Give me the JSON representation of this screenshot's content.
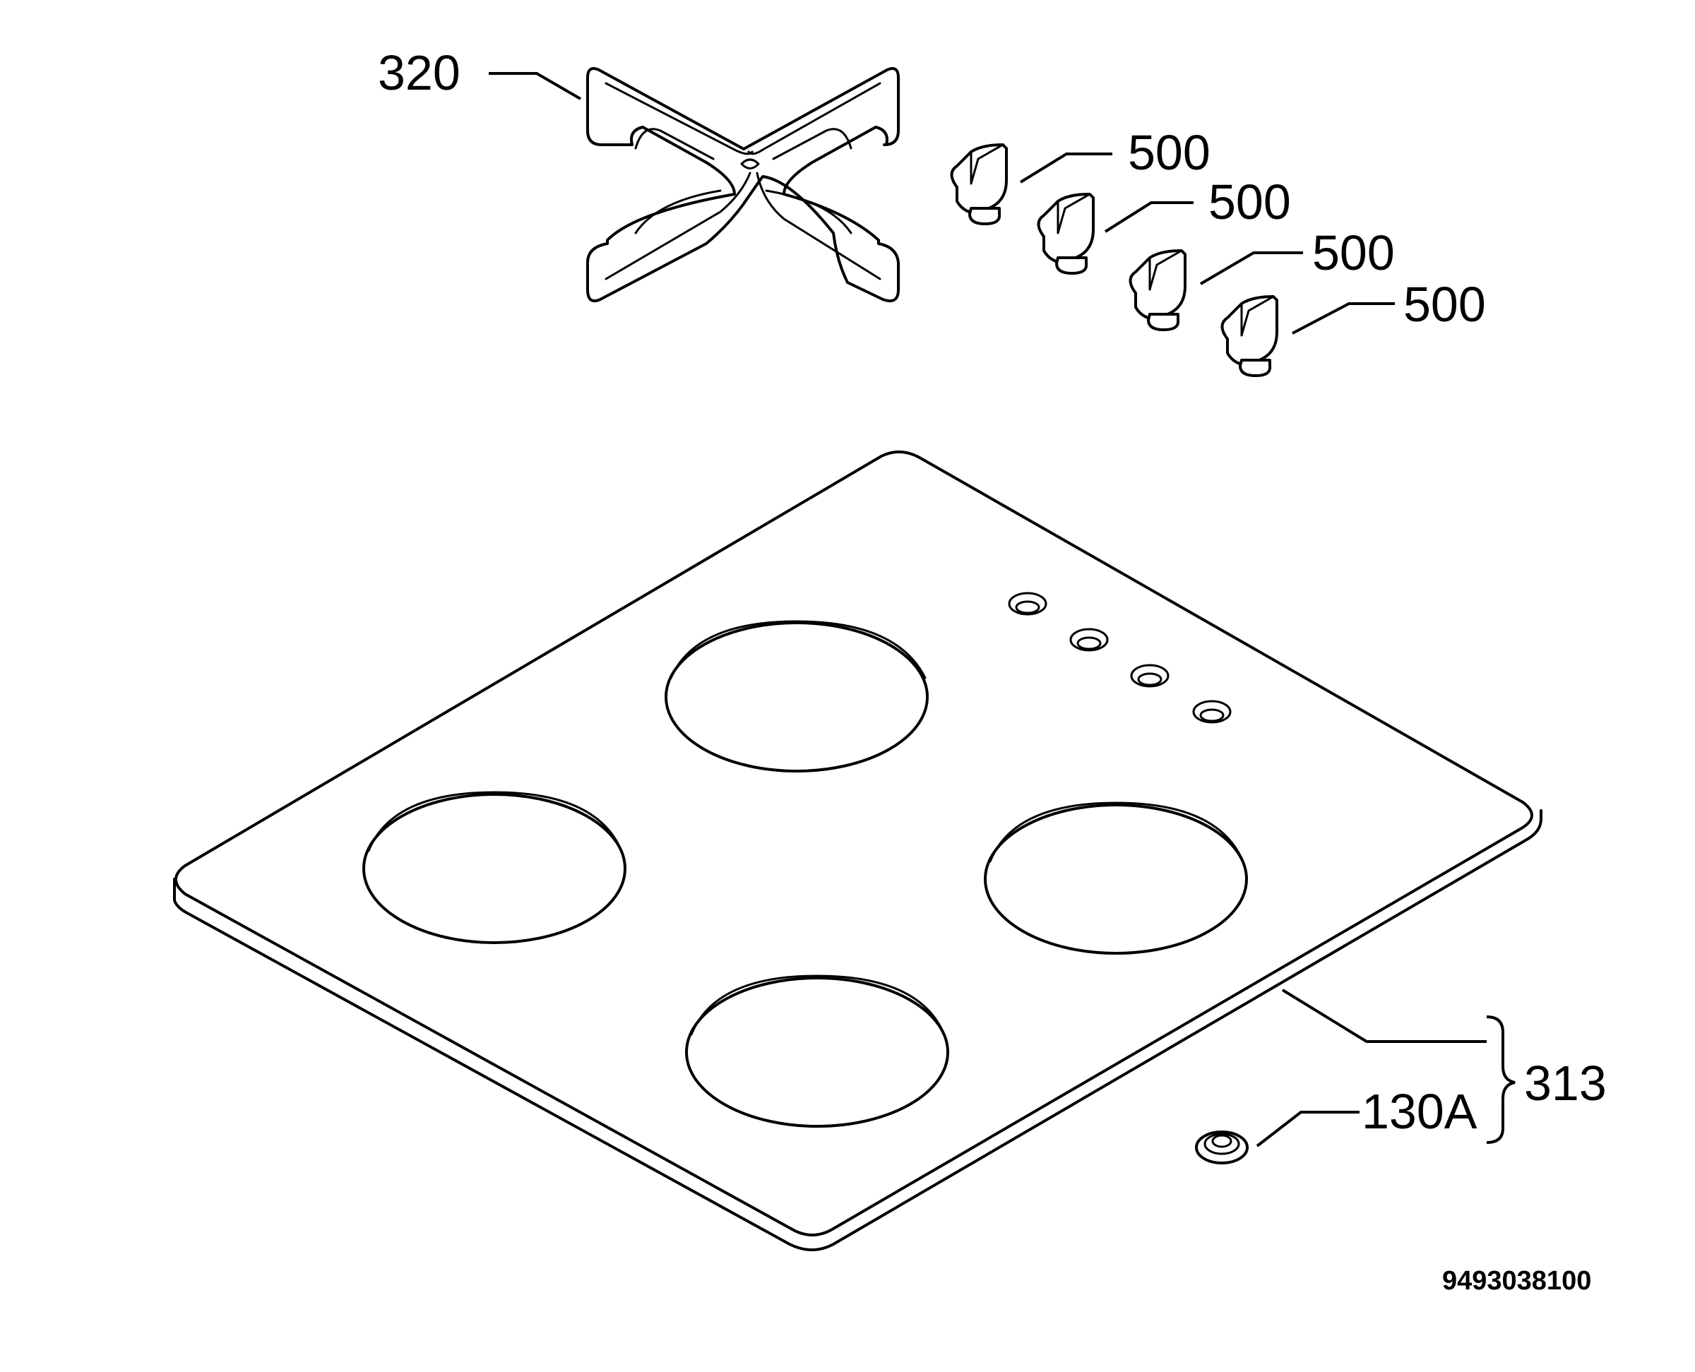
{
  "labels": {
    "pan_support": "320",
    "knob_1": "500",
    "knob_2": "500",
    "knob_3": "500",
    "knob_4": "500",
    "hob_glass": "313",
    "seal_grommet": "130A"
  },
  "document_code": "9493038100"
}
